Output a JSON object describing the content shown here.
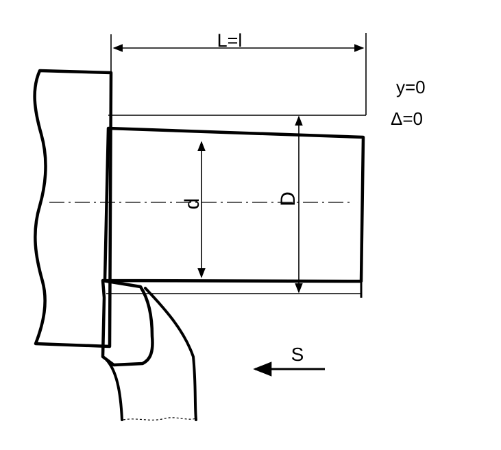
{
  "labels": {
    "length": "L=l",
    "y_eq": "y=0",
    "delta_eq": "Δ=0",
    "inner_diameter": "d",
    "outer_diameter": "D",
    "feed": "S"
  }
}
